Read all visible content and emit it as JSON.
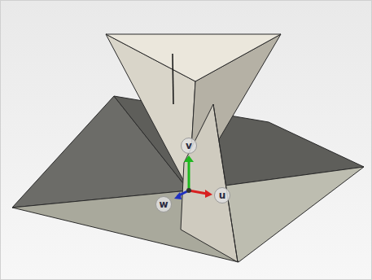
{
  "diagram": {
    "nodes": [
      {
        "text": [
          "v"
        ]
      },
      {
        "text": [
          "w"
        ]
      },
      {
        "text": [
          "u"
        ]
      }
    ]
  }
}
